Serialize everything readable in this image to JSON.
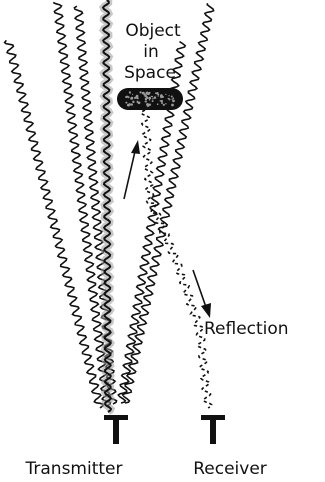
{
  "labels": {
    "object": [
      "Object",
      "in",
      "Space"
    ],
    "reflection": "Reflection",
    "transmitter": "Transmitter",
    "receiver": "Receiver"
  },
  "colors": {
    "ink": "#111111",
    "halo": "#9a9a9a",
    "background": "#ffffff"
  }
}
